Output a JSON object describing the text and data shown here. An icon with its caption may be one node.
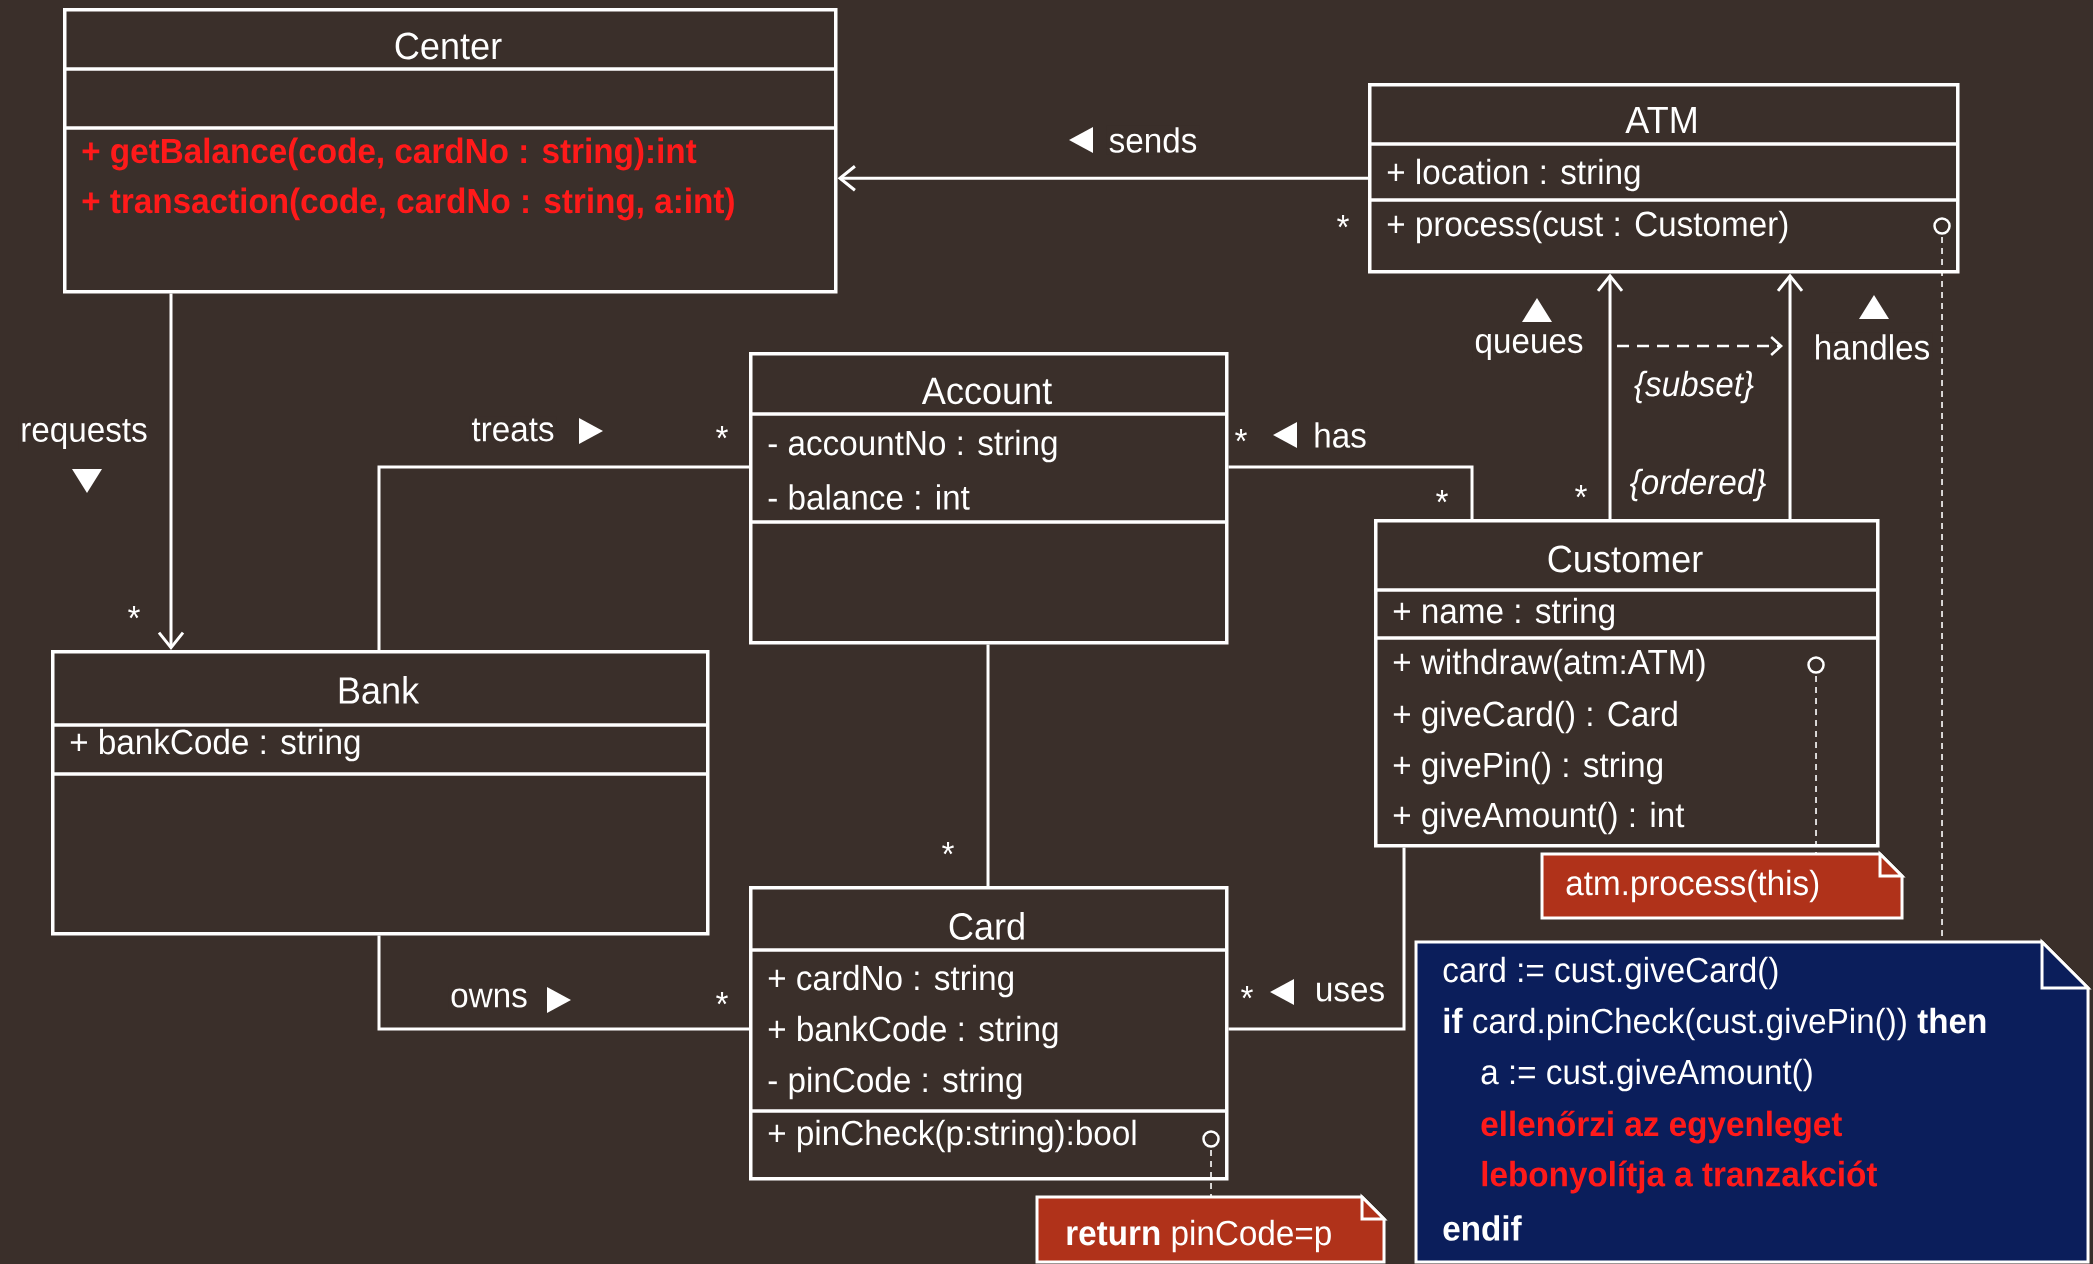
{
  "diagram": {
    "nodes": [
      {
        "text": [
          "Center",
          "+ getBalance(code, cardNo : string):int",
          "+ transaction(code, cardNo : string, a:int)"
        ]
      },
      {
        "text": [
          "ATM",
          "+ location : string",
          "+ process(cust : Customer)"
        ]
      },
      {
        "text": [
          "Account",
          "- accountNo : string",
          "- balance : int"
        ]
      },
      {
        "text": [
          "Customer",
          "+ name : string",
          "+ withdraw(atm:ATM)",
          "+ giveCard() : Card",
          "+ givePin() : string",
          "+ giveAmount() : int"
        ]
      },
      {
        "text": [
          "Bank",
          "+ bankCode : string"
        ]
      },
      {
        "text": [
          "Card",
          "+ cardNo : string",
          "+ bankCode : string",
          "- pinCode : string",
          "+ pinCheck(p:string):bool"
        ]
      },
      {
        "text": [
          "atm.process(this)"
        ]
      },
      {
        "text": [
          "card := cust.giveCard()",
          "**if** card.pinCheck(cust.givePin()) **then**",
          "a := cust.giveAmount()",
          "ellenőrzi az egyenleget",
          "lebonyolítja a tranzakciót",
          "endif"
        ]
      },
      {
        "text": [
          "**return** pinCode=p"
        ]
      }
    ],
    "edges": [
      {
        "from": 1,
        "to": 0,
        "arrow": "to",
        "label": "sends"
      },
      {
        "from": 0,
        "to": 4,
        "arrow": "to",
        "label": "requests"
      },
      {
        "from": 4,
        "to": 2,
        "arrow": "none",
        "label": "treats"
      },
      {
        "from": 2,
        "to": 3,
        "arrow": "none",
        "label": "has"
      },
      {
        "from": 2,
        "to": 5,
        "arrow": "none"
      },
      {
        "from": 4,
        "to": 5,
        "arrow": "none",
        "label": "owns"
      },
      {
        "from": 3,
        "to": 5,
        "arrow": "none",
        "label": "uses"
      },
      {
        "from": 3,
        "to": 1,
        "arrow": "to",
        "label": "queues"
      },
      {
        "from": 3,
        "to": 1,
        "arrow": "to",
        "label": "handles"
      },
      {
        "from": 1,
        "to": 7,
        "arrow": "other",
        "style": "dashed"
      },
      {
        "from": 3,
        "to": 6,
        "arrow": "other",
        "style": "dashed"
      },
      {
        "from": 5,
        "to": 8,
        "arrow": "other",
        "style": "dashed"
      }
    ],
    "labels": [
      "*",
      "{subset}",
      "*",
      "*",
      "{ordered}",
      "*",
      "*",
      "*",
      "*",
      "*",
      "*"
    ]
  }
}
